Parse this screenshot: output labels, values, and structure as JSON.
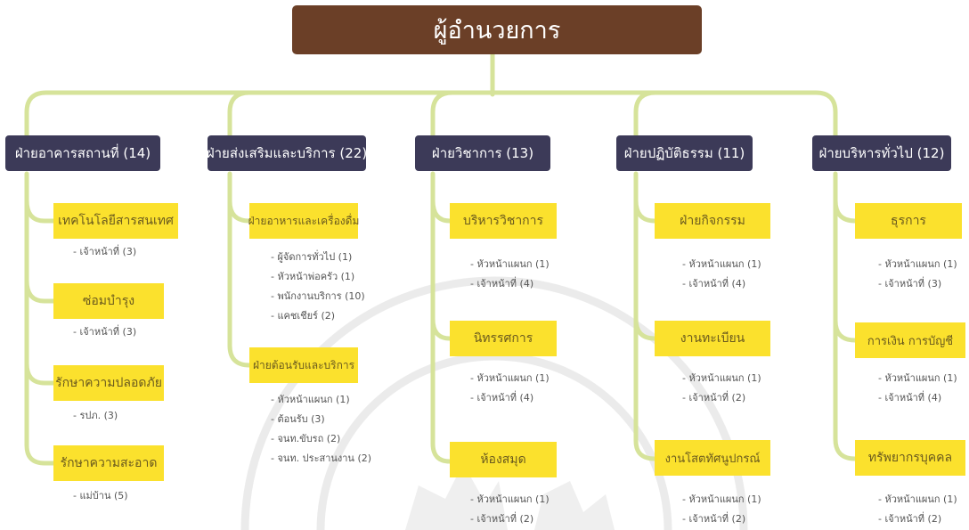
{
  "director": "ผู้อำนวยการ",
  "colors": {
    "director": "#6b3f27",
    "department": "#3c3a58",
    "unit": "#fbe12d",
    "connector": "#d6e39a"
  },
  "departments": [
    {
      "title": "ฝ่ายอาคารสถานที่ (14)",
      "units": [
        {
          "title": "เทคโนโลยีสารสนเทศ",
          "staff": [
            "เจ้าหน้าที่ (3)"
          ]
        },
        {
          "title": "ซ่อมบำรุง",
          "staff": [
            "เจ้าหน้าที่ (3)"
          ]
        },
        {
          "title": "รักษาความปลอดภัย",
          "staff": [
            "รปภ. (3)"
          ]
        },
        {
          "title": "รักษาความสะอาด",
          "staff": [
            "แม่บ้าน (5)"
          ]
        }
      ]
    },
    {
      "title": "ฝ่ายส่งเสริมและบริการ (22)",
      "units": [
        {
          "title": "ฝ่ายอาหารและเครื่องดื่ม",
          "staff": [
            "ผู้จัดการทั่วไป (1)",
            "หัวหน้าพ่อครัว (1)",
            "พนักงานบริการ (10)",
            "แคชเชียร์ (2)"
          ]
        },
        {
          "title": "ฝ่ายต้อนรับและบริการ",
          "staff": [
            "หัวหน้าแผนก (1)",
            "ต้อนรับ (3)",
            "จนท.ขับรถ (2)",
            "จนท. ประสานงาน (2)"
          ]
        }
      ]
    },
    {
      "title": "ฝ่ายวิชาการ (13)",
      "units": [
        {
          "title": "บริหารวิชาการ",
          "staff": [
            "หัวหน้าแผนก (1)",
            "เจ้าหน้าที่ (4)"
          ]
        },
        {
          "title": "นิทรรศการ",
          "staff": [
            "หัวหน้าแผนก (1)",
            "เจ้าหน้าที่ (4)"
          ]
        },
        {
          "title": "ห้องสมุด",
          "staff": [
            "หัวหน้าแผนก (1)",
            "เจ้าหน้าที่ (2)"
          ]
        }
      ]
    },
    {
      "title": "ฝ่ายปฏิบัติธรรม (11)",
      "units": [
        {
          "title": "ฝ่ายกิจกรรม",
          "staff": [
            "หัวหน้าแผนก (1)",
            "เจ้าหน้าที่ (4)"
          ]
        },
        {
          "title": "งานทะเบียน",
          "staff": [
            "หัวหน้าแผนก (1)",
            "เจ้าหน้าที่ (2)"
          ]
        },
        {
          "title": "งานโสตทัศนูปกรณ์",
          "staff": [
            "หัวหน้าแผนก (1)",
            "เจ้าหน้าที่ (2)"
          ]
        }
      ]
    },
    {
      "title": "ฝ่ายบริหารทั่วไป (12)",
      "units": [
        {
          "title": "ธุรการ",
          "staff": [
            "หัวหน้าแผนก (1)",
            "เจ้าหน้าที่ (3)"
          ]
        },
        {
          "title": "การเงิน การบัญชี",
          "staff": [
            "หัวหน้าแผนก (1)",
            "เจ้าหน้าที่ (4)"
          ]
        },
        {
          "title": "ทรัพยากรบุคคล",
          "staff": [
            "หัวหน้าแผนก (1)",
            "เจ้าหน้าที่ (2)"
          ]
        }
      ]
    }
  ]
}
